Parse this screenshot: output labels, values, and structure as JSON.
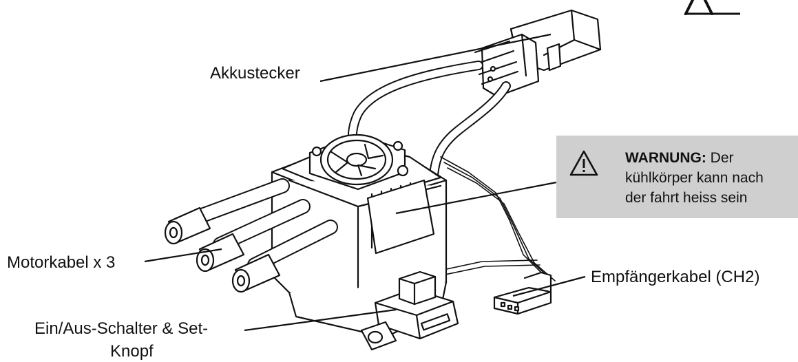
{
  "labels": {
    "akkustecker": "Akkustecker",
    "motorkabel": "Motorkabel x 3",
    "empfaengerkabel": "Empfängerkabel (CH2)",
    "schalter_line1": "Ein/Aus-Schalter & Set-",
    "schalter_line2": "Knopf"
  },
  "warning": {
    "title": "WARNUNG:",
    "line1_rest": " Der",
    "line2": "kühlkörper kann nach",
    "line3": "der fahrt heiss sein",
    "icon": "warning-triangle-icon",
    "box_color": "#cfcfcf"
  }
}
